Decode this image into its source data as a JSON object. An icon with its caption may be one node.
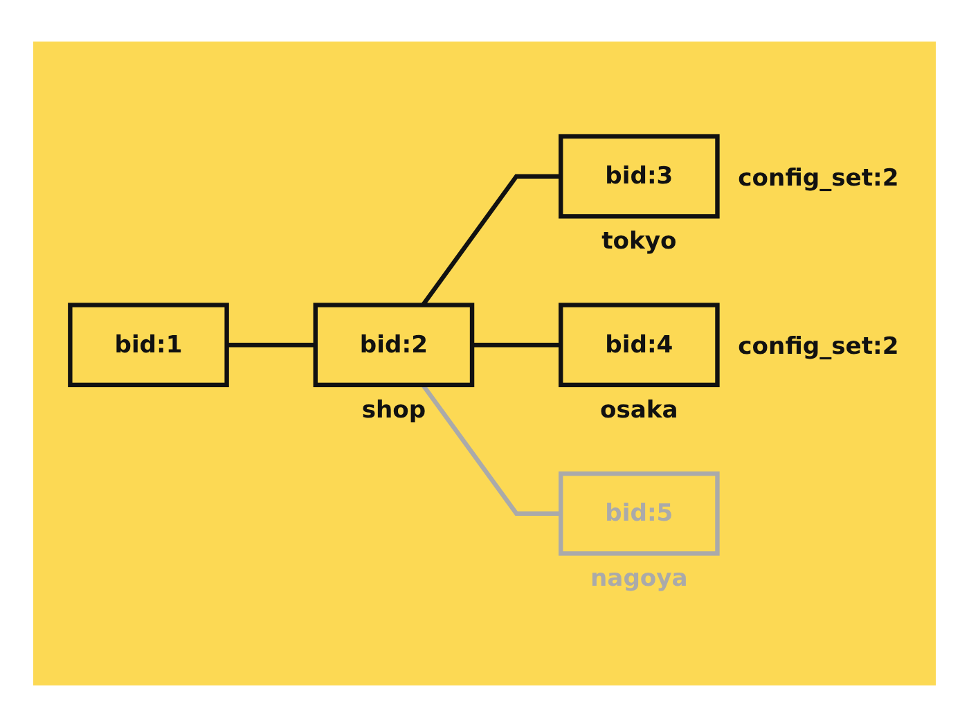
{
  "diagram": {
    "nodes": [
      {
        "text": [
          "bid:1"
        ]
      },
      {
        "text": [
          "bid:2"
        ],
        "beside": [
          "shop"
        ]
      },
      {
        "text": [
          "bid:3"
        ],
        "beside": [
          "tokyo",
          "config_set:2"
        ]
      },
      {
        "text": [
          "bid:4"
        ],
        "beside": [
          "osaka",
          "config_set:2"
        ]
      },
      {
        "text": [
          "bid:5"
        ],
        "beside": [
          "nagoya"
        ]
      }
    ],
    "edges": [
      {
        "from": 0,
        "to": 1,
        "arrow": "none"
      },
      {
        "from": 1,
        "to": 2,
        "arrow": "none"
      },
      {
        "from": 1,
        "to": 3,
        "arrow": "none"
      },
      {
        "from": 1,
        "to": 4,
        "arrow": "none",
        "color": "#aaaaaa"
      }
    ]
  }
}
